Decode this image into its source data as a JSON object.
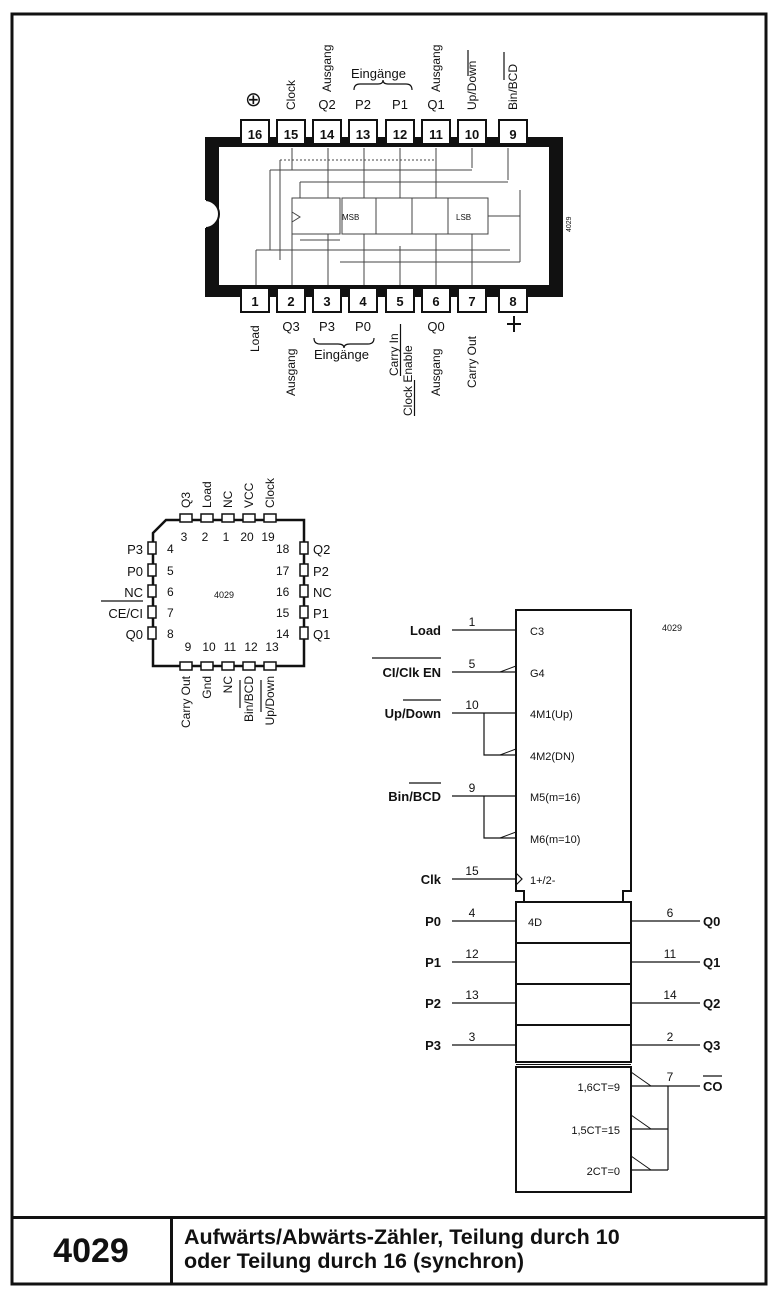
{
  "chip_number": "4029",
  "title_lines": [
    "Aufwärts/Abwärts-Zähler, Teilung durch 10",
    "oder Teilung durch 16 (synchron)"
  ],
  "dip": {
    "die_label": "4029",
    "power_symbol": "⊕",
    "top_pins": [
      {
        "num": "16",
        "label": ""
      },
      {
        "num": "15",
        "label": "Clock"
      },
      {
        "num": "14",
        "label": "Ausgang",
        "sub": "Q2"
      },
      {
        "num": "13",
        "label": "",
        "sub": "P2"
      },
      {
        "num": "12",
        "label": "",
        "sub": "P1"
      },
      {
        "num": "11",
        "label": "Ausgang",
        "sub": "Q1"
      },
      {
        "num": "10",
        "label": "Up/Down"
      },
      {
        "num": "9",
        "label": "Bin/BCD"
      }
    ],
    "top_group_label": "Eingänge",
    "bottom_pins": [
      {
        "num": "1",
        "label": "Load"
      },
      {
        "num": "2",
        "label": "Q3",
        "label2": "Ausgang"
      },
      {
        "num": "3",
        "label": "P3"
      },
      {
        "num": "4",
        "label": "P0"
      },
      {
        "num": "5",
        "label": "Carry In",
        "label2": "Clock Enable"
      },
      {
        "num": "6",
        "label": "Q0",
        "label2": "Ausgang"
      },
      {
        "num": "7",
        "label": "Carry Out"
      },
      {
        "num": "8",
        "label": ""
      }
    ],
    "bottom_group_label": "Eingänge",
    "msb": "MSB",
    "lsb": "LSB"
  },
  "plcc": {
    "center": "4029",
    "top": [
      {
        "num": "3",
        "label": "Q3"
      },
      {
        "num": "2",
        "label": "Load"
      },
      {
        "num": "1",
        "label": "NC"
      },
      {
        "num": "20",
        "label": "VCC"
      },
      {
        "num": "19",
        "label": "Clock"
      }
    ],
    "left": [
      {
        "num": "4",
        "label": "P3"
      },
      {
        "num": "5",
        "label": "P0"
      },
      {
        "num": "6",
        "label": "NC"
      },
      {
        "num": "7",
        "label": "CE/CI"
      },
      {
        "num": "8",
        "label": "Q0"
      }
    ],
    "right": [
      {
        "num": "18",
        "label": "Q2"
      },
      {
        "num": "17",
        "label": "P2"
      },
      {
        "num": "16",
        "label": "NC"
      },
      {
        "num": "15",
        "label": "P1"
      },
      {
        "num": "14",
        "label": "Q1"
      }
    ],
    "bottom": [
      {
        "num": "9",
        "label": "Carry Out"
      },
      {
        "num": "10",
        "label": "Gnd"
      },
      {
        "num": "11",
        "label": "NC"
      },
      {
        "num": "12",
        "label": "Bin/BCD"
      },
      {
        "num": "13",
        "label": "Up/Down"
      }
    ]
  },
  "logic": {
    "chip_label": "4029",
    "inputs": [
      {
        "name": "Load",
        "pin": "1",
        "cell": "C3"
      },
      {
        "name": "CI/Clk EN",
        "pin": "5",
        "cell": "G4"
      },
      {
        "name": "Up/Down",
        "pin": "10",
        "cell": "4M1(Up)",
        "cell2": "4M2(DN)"
      },
      {
        "name": "Bin/BCD",
        "pin": "9",
        "cell": "M5(m=16)",
        "cell2": "M6(m=10)"
      },
      {
        "name": "Clk",
        "pin": "15",
        "cell": "1+/2-"
      }
    ],
    "data_rows": [
      {
        "in": "P0",
        "in_pin": "4",
        "out": "Q0",
        "out_pin": "6",
        "cell": "4D"
      },
      {
        "in": "P1",
        "in_pin": "12",
        "out": "Q1",
        "out_pin": "11",
        "cell": ""
      },
      {
        "in": "P2",
        "in_pin": "13",
        "out": "Q2",
        "out_pin": "14",
        "cell": ""
      },
      {
        "in": "P3",
        "in_pin": "3",
        "out": "Q3",
        "out_pin": "2",
        "cell": ""
      }
    ],
    "carry": {
      "out": "CO",
      "pin": "7",
      "cells": [
        "1,6CT=9",
        "1,5CT=15",
        "2CT=0"
      ]
    }
  }
}
